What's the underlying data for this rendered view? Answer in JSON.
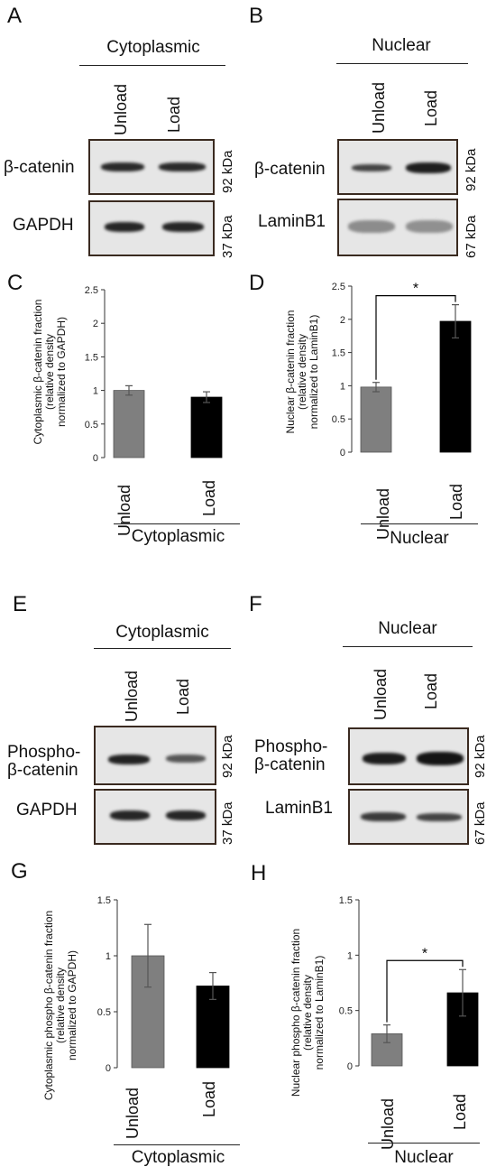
{
  "panels": {
    "A": "A",
    "B": "B",
    "C": "C",
    "D": "D",
    "E": "E",
    "F": "F",
    "G": "G",
    "H": "H"
  },
  "fractions": {
    "cyto": "Cytoplasmic",
    "nuc": "Nuclear"
  },
  "lanes": {
    "unload": "Unload",
    "load": "Load"
  },
  "rows": {
    "bcat": "β-catenin",
    "gapdh": "GAPDH",
    "lamin": "LaminB1",
    "phospho1": "Phospho-",
    "phospho2": "β-catenin"
  },
  "kda": {
    "k92": "92 kDa",
    "k37": "37 kDa",
    "k67": "67 kDa"
  },
  "significance": "*",
  "ylabels": {
    "C": [
      "Cytoplasmic β-catenin fraction",
      "(relative density",
      "normalized to GAPDH)"
    ],
    "D": [
      "Nuclear β-catenin fraction",
      "(relative density",
      "normalized to LaminB1)"
    ],
    "G": [
      "Cytoplasmic phospho β-catenin fraction",
      "(relative density",
      "normalized to GAPDH)"
    ],
    "H": [
      "Nuclear phospho β-catenin fraction",
      "(relative density",
      "normalized to LaminB1)"
    ]
  },
  "colors": {
    "unload": "#7f7f7f",
    "load": "#000000"
  },
  "chart_data": [
    {
      "panel": "C",
      "type": "bar",
      "categories": [
        "Unload",
        "Load"
      ],
      "values": [
        1.0,
        0.9
      ],
      "errors": [
        0.07,
        0.08
      ],
      "ylim": [
        0,
        2.5
      ],
      "yticks": [
        0,
        0.5,
        1,
        1.5,
        2,
        2.5
      ],
      "xlabel": "Cytoplasmic",
      "significant": false
    },
    {
      "panel": "D",
      "type": "bar",
      "categories": [
        "Unload",
        "Load"
      ],
      "values": [
        0.98,
        1.97
      ],
      "errors": [
        0.07,
        0.25
      ],
      "ylim": [
        0,
        2.5
      ],
      "yticks": [
        0,
        0.5,
        1,
        1.5,
        2,
        2.5
      ],
      "xlabel": "Nuclear",
      "significant": true
    },
    {
      "panel": "G",
      "type": "bar",
      "categories": [
        "Unload",
        "Load"
      ],
      "values": [
        1.0,
        0.73
      ],
      "errors": [
        0.28,
        0.12
      ],
      "ylim": [
        0,
        1.5
      ],
      "yticks": [
        0,
        0.5,
        1,
        1.5
      ],
      "xlabel": "Cytoplasmic",
      "significant": false
    },
    {
      "panel": "H",
      "type": "bar",
      "categories": [
        "Unload",
        "Load"
      ],
      "values": [
        0.29,
        0.66
      ],
      "errors": [
        0.08,
        0.21
      ],
      "ylim": [
        0,
        1.5
      ],
      "yticks": [
        0,
        0.5,
        1,
        1.5
      ],
      "xlabel": "Nuclear",
      "significant": true
    }
  ]
}
